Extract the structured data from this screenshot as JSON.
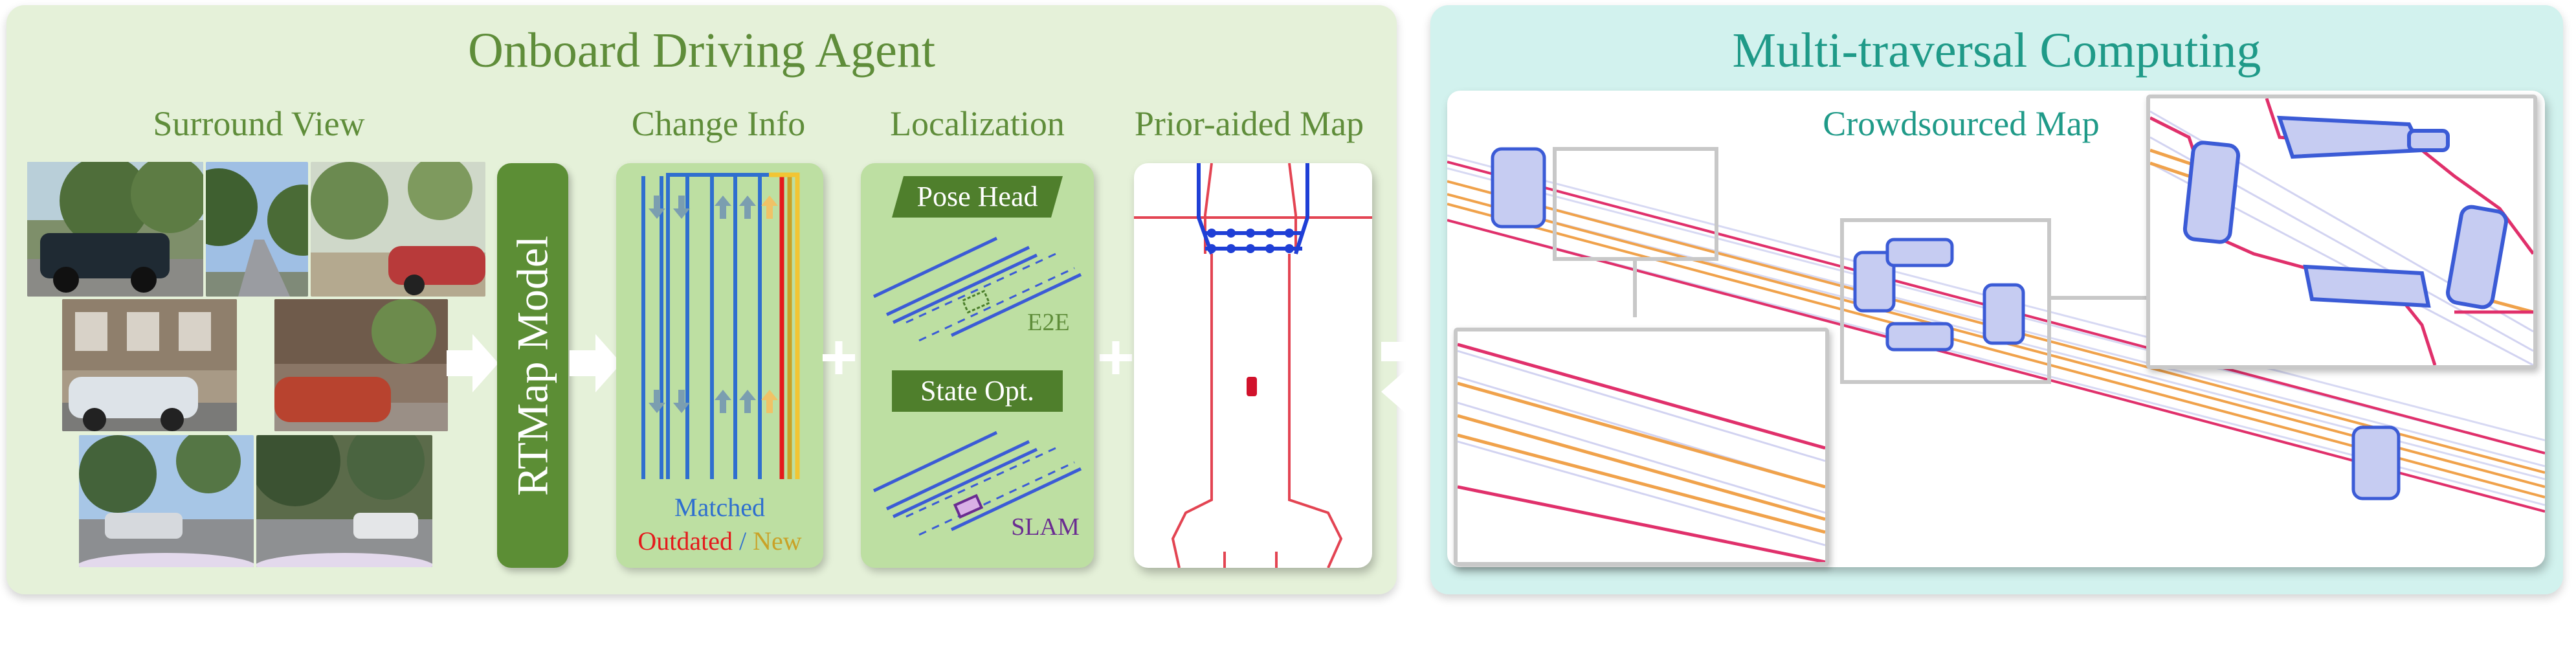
{
  "left_panel": {
    "title": "Onboard Driving Agent",
    "surround_view": {
      "label": "Surround View"
    },
    "model": {
      "label": "RTMap Model"
    },
    "change_info": {
      "label": "Change Info",
      "legend_matched": "Matched",
      "legend_outdated": "Outdated",
      "legend_separator": " / ",
      "legend_new": "New"
    },
    "localization": {
      "label": "Localization",
      "pose_head": "Pose Head",
      "e2e": "E2E",
      "state_opt": "State Opt.",
      "slam": "SLAM"
    },
    "prior_map": {
      "label": "Prior-aided Map"
    },
    "plus_sign": "+"
  },
  "right_panel": {
    "title": "Multi-traversal Computing",
    "crowdsourced_map": {
      "label": "Crowdsourced Map"
    }
  },
  "colors": {
    "left_title": "#5f8d3a",
    "right_title": "#1f9a88",
    "matched": "#2f6fcf",
    "outdated": "#e41a1c",
    "new": "#c9a227",
    "slam": "#6a2c91",
    "model_bg": "#5c8e35",
    "lane_blue": "#3b5bd6",
    "lane_red": "#e0306b",
    "lane_orange": "#f0a24b"
  },
  "icons": [
    "arrow-right-icon",
    "arrow-left-icon",
    "plus-icon",
    "car-icon"
  ]
}
